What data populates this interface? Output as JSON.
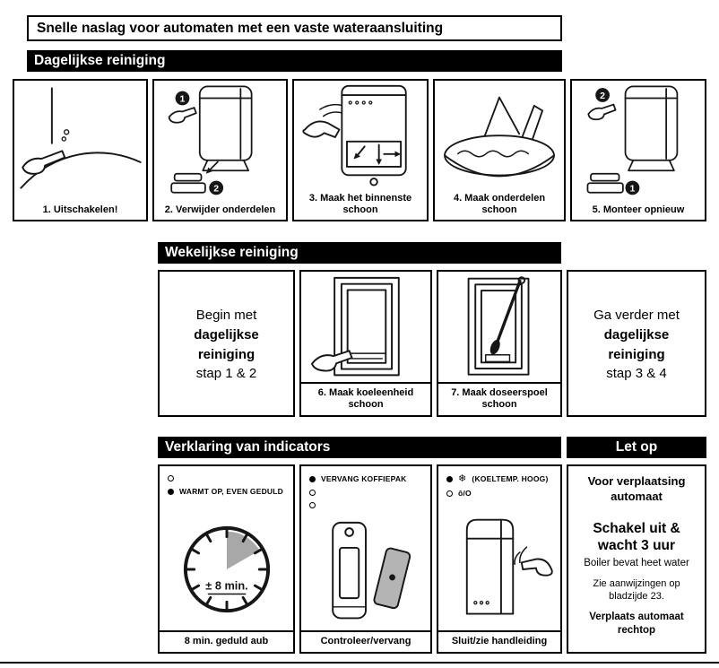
{
  "page": {
    "title": "Snelle naslag voor automaten met een vaste wateraansluiting",
    "colors": {
      "bar_bg": "#000000",
      "bar_text": "#ffffff",
      "clock_shade": "#a8a8a8"
    }
  },
  "daily": {
    "header": "Dagelijkse reiniging",
    "badge_1": "1",
    "badge_2": "2",
    "steps": [
      {
        "caption": "1. Uitschakelen!"
      },
      {
        "caption": "2. Verwijder onderdelen"
      },
      {
        "caption": "3. Maak het binnenste schoon"
      },
      {
        "caption": "4. Maak onderdelen schoon"
      },
      {
        "caption": "5. Monteer opnieuw"
      }
    ]
  },
  "weekly": {
    "header": "Wekelijkse reiniging",
    "intro": {
      "l1": "Begin met",
      "l2": "dagelijkse",
      "l3": "reiniging",
      "l4": "stap 1 & 2"
    },
    "steps": [
      {
        "caption": "6. Maak koeleenheid schoon"
      },
      {
        "caption": "7. Maak doseerspoel schoon"
      }
    ],
    "outro": {
      "l1": "Ga verder met",
      "l2": "dagelijkse",
      "l3": "reiniging",
      "l4": "stap 3 & 4"
    }
  },
  "indicators": {
    "header": "Verklaring van indicators",
    "warmup": {
      "legend": "WARMT OP, EVEN GEDULD",
      "clock_label": "± 8 min.",
      "caption": "8 min. geduld aub"
    },
    "coffee": {
      "legend": "VERVANG KOFFIEPAK",
      "caption": "Controleer/vervang"
    },
    "cooling": {
      "legend": "(KOELTEMP. HOOG)",
      "legend2": "ô/O",
      "caption": "Sluit/zie handleiding"
    },
    "icons": {
      "snowflake": "❄"
    }
  },
  "letop": {
    "header": "Let op",
    "move_title_1": "Voor verplaatsing",
    "move_title_2": "automaat",
    "action_1": "Schakel uit &",
    "action_2": "wacht 3 uur",
    "warning": "Boiler bevat heet water",
    "ref_1": "Zie aanwijzingen op",
    "ref_2": "bladzijde 23.",
    "upright_1": "Verplaats automaat",
    "upright_2": "rechtop"
  }
}
